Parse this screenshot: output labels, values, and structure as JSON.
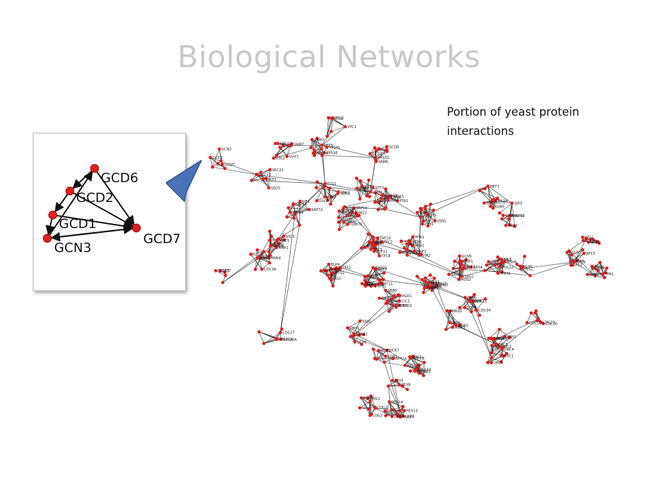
{
  "slide": {
    "title": "Biological Networks",
    "caption": "Portion of yeast protein interactions"
  },
  "colors": {
    "title": "#c8c8c8",
    "node": "#e0201e",
    "edge": "#222222",
    "pointer": "#4a72b8"
  },
  "inset": {
    "nodes": [
      "GCD6",
      "GCD2",
      "GCD1",
      "GCN3",
      "GCD7"
    ]
  },
  "network": {
    "labels": [
      "VTC1",
      "VTC4",
      "VTC3",
      "VTC2",
      "SEC23",
      "VVV1",
      "VAM7",
      "PEP3",
      "VPS41",
      "VPS16",
      "SEC24",
      "VAM3",
      "VPS33",
      "VAM6",
      "GCD6",
      "GCD2",
      "GCD1",
      "GCN3",
      "GCD7",
      "SEC17",
      "SED5",
      "SEC22",
      "VPS53",
      "TLG1",
      "LUV1",
      "SNC2",
      "SLM3",
      "LSM7",
      "LSM4",
      "SWP1",
      "OST3",
      "STT3",
      "LSM8",
      "VPS21",
      "RNA14",
      "PTA1",
      "PFS2",
      "CFT1",
      "CFT2",
      "YSH1",
      "YTH1",
      "FIP1",
      "SSN1",
      "ST1",
      "NET1",
      "CDC14",
      "YKU70",
      "YKU80",
      "SIR2",
      "SIR3",
      "SIR4",
      "XRS2",
      "RAD50",
      "MRE11",
      "SIF1",
      "SRP72",
      "SRP68",
      "SRP14",
      "SRP54",
      "TOM6",
      "TOM37",
      "TOM70",
      "TOM20",
      "TOM22",
      "TIM44",
      "SSC1",
      "MGE1",
      "TOM5",
      "RNR1",
      "RNR2",
      "RNR3",
      "RNR4",
      "SDH",
      "CDC36",
      "SEC53",
      "SPT7",
      "TAF5",
      "TAF10",
      "TFC4",
      "TFC8",
      "TFC7",
      "TFC3",
      "PCF11",
      "HTA2",
      "HTB2",
      "HTA1",
      "HTB1",
      "HHT1",
      "HHF1",
      "SAS2",
      "SAS4",
      "SAS5",
      "RLF2",
      "GCN5",
      "BDF1",
      "HOS2",
      "PRI1",
      "PRI2",
      "POL12",
      "POL1",
      "MSH2",
      "MSH6",
      "PMS1",
      "MLH1",
      "RFC4",
      "RFC5",
      "RFC3",
      "RFC2",
      "CTF18",
      "RFC1",
      "POL30",
      "RPB5",
      "RPB7",
      "RPB9",
      "TAF1",
      "TFA1",
      "TFA2",
      "TFG1",
      "TFG2",
      "ELP2",
      "ELP4",
      "IKI1",
      "SAS3",
      "RPO21",
      "RPP1",
      "RPP2",
      "RPS",
      "SPT15",
      "RPT1",
      "RPT2",
      "RPT5",
      "RPN5",
      "RPN6",
      "RPN7",
      "RPN8",
      "RPN10",
      "RPN11",
      "RPN12",
      "PRE4",
      "PRE6",
      "CDC34",
      "CDC4",
      "CDC53",
      "CIC1",
      "GRR1",
      "MED2",
      "PGD1",
      "SRB5",
      "SIN4",
      "RGR1",
      "MNN9",
      "MNN10",
      "MNN11",
      "VAN1",
      "HOC1",
      "DOC1",
      "CDC16",
      "CDC23",
      "CDC26",
      "CDC27",
      "RPL26A",
      "RPL13A",
      "SEC61",
      "SSS1",
      "SBH1",
      "QCR6",
      "QCR7",
      "QCR2",
      "COR1",
      "RPP2A",
      "RPP2B",
      "RPP1B",
      "RPL12A",
      "RPL12B",
      "ORC1",
      "ORC2",
      "ORC3",
      "ORC4",
      "ORC5",
      "ORC6",
      "COG2",
      "COG3",
      "COG1",
      "COG4",
      "COG7",
      "COX1",
      "PEX14",
      "PEX13",
      "PEX17",
      "PEX5",
      "PEX8"
    ]
  }
}
